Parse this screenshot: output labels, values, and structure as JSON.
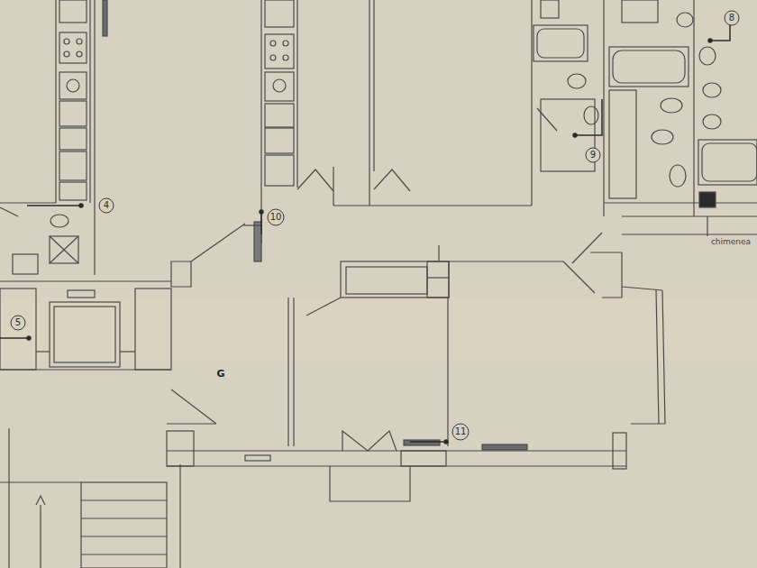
{
  "diagram": {
    "labels": [
      "8",
      "9",
      "4",
      "10",
      "chimenea",
      "5",
      "G",
      "11"
    ]
  }
}
